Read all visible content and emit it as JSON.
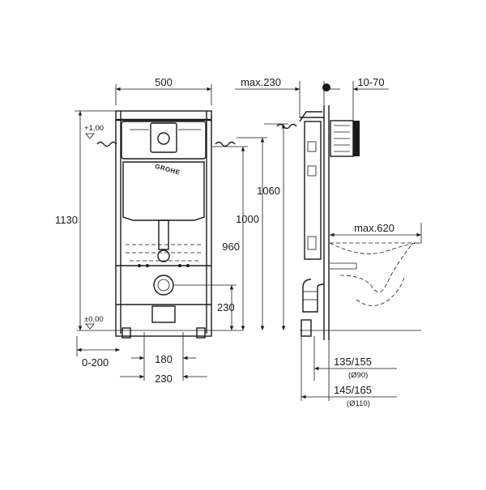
{
  "front": {
    "width_top": "500",
    "height_left": "1130",
    "level_top": "+1,00",
    "level_zero": "±0,00",
    "height_960": "960",
    "height_1000": "1000",
    "height_1060": "1060",
    "height_230": "230",
    "bottom_0_200": "0-200",
    "bottom_180": "180",
    "bottom_230": "230",
    "logo": "GROHE"
  },
  "side": {
    "max_230": "max.230",
    "range_10_70": "10-70",
    "max_620": "max.620",
    "d90_range": "135/155",
    "d90_label": "(Ø90)",
    "d110_range": "145/165",
    "d110_label": "(Ø110)"
  }
}
